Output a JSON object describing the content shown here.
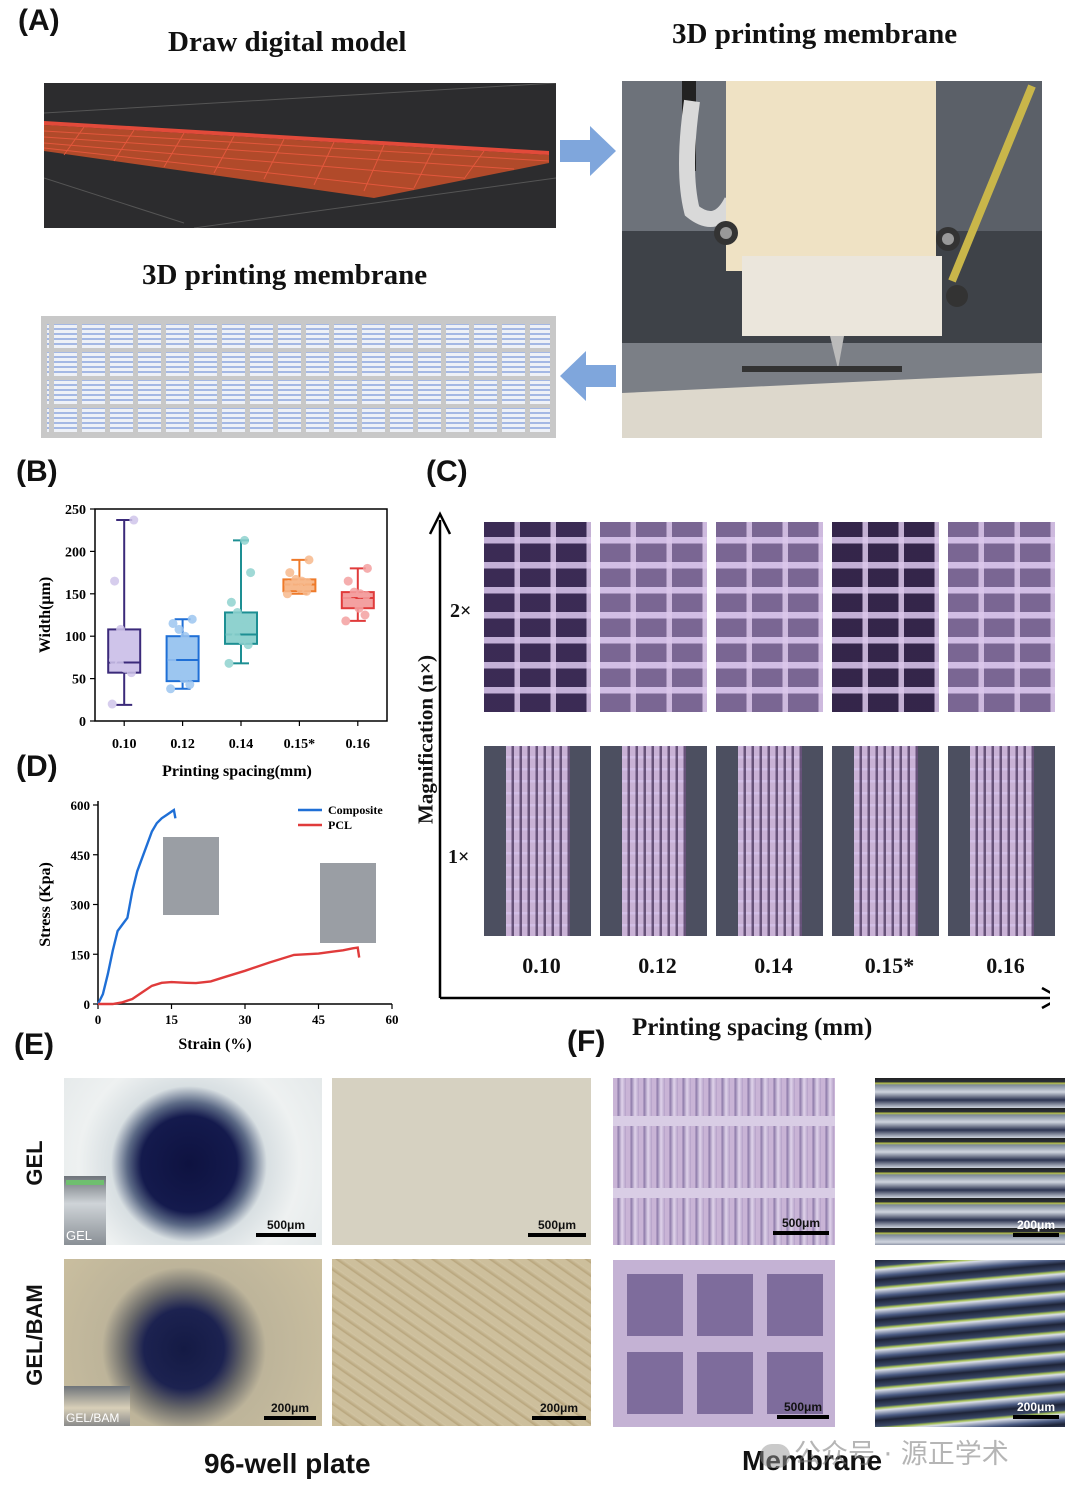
{
  "panels": {
    "A": "(A)",
    "B": "(B)",
    "C": "(C)",
    "D": "(D)",
    "E": "(E)",
    "F": "(F)"
  },
  "panel_a": {
    "title_left": "Draw digital model",
    "title_right": "3D printing membrane",
    "title_bottom": "3D printing membrane"
  },
  "panel_c": {
    "ylabel": "Magnification (n×)",
    "xlabel": "Printing spacing (mm)",
    "row_labels": [
      "2×",
      "1×"
    ],
    "col_labels": [
      "0.10",
      "0.12",
      "0.14",
      "0.15*",
      "0.16"
    ]
  },
  "panel_e": {
    "row_labels": [
      "GEL",
      "GEL/BAM"
    ],
    "inset_labels": [
      "GEL",
      "GEL/BAM"
    ],
    "scales": [
      "500μm",
      "500μm",
      "200μm",
      "200μm"
    ],
    "caption": "96-well plate"
  },
  "panel_f": {
    "scales": [
      "500μm",
      "200μm",
      "500μm",
      "200μm"
    ],
    "caption": "Membrane"
  },
  "watermark": "公众号 · 源正学术",
  "chart_data": [
    {
      "type": "box",
      "panel": "B",
      "xlabel": "Printing spacing(mm)",
      "ylabel": "Width(μm)",
      "ylim": [
        0,
        250
      ],
      "yticks": [
        "0",
        "50",
        "100",
        "150",
        "200",
        "250"
      ],
      "categories": [
        "0.10",
        "0.12",
        "0.14",
        "0.15*",
        "0.16"
      ],
      "colors": [
        "#3b2a7a",
        "#1f6fd6",
        "#1d8f93",
        "#ee7a2a",
        "#e03b3b"
      ],
      "fills": [
        "#cfc4ea",
        "#9cc6f0",
        "#8fd2cf",
        "#f7b98c",
        "#f3a0a0"
      ],
      "boxes": [
        {
          "min": 19,
          "q1": 57,
          "median": 69,
          "q3": 108,
          "max": 237,
          "points": [
            20,
            57,
            62,
            68,
            72,
            80,
            100,
            108,
            165,
            237
          ]
        },
        {
          "min": 38,
          "q1": 47,
          "median": 72,
          "q3": 100,
          "max": 120,
          "points": [
            38,
            43,
            50,
            60,
            72,
            85,
            100,
            108,
            115,
            120
          ]
        },
        {
          "min": 68,
          "q1": 91,
          "median": 102,
          "q3": 128,
          "max": 213,
          "points": [
            68,
            90,
            95,
            100,
            102,
            110,
            120,
            128,
            140,
            175,
            213
          ]
        },
        {
          "min": 150,
          "q1": 153,
          "median": 161,
          "q3": 167,
          "max": 190,
          "points": [
            150,
            153,
            156,
            160,
            161,
            163,
            165,
            167,
            175,
            190
          ]
        },
        {
          "min": 118,
          "q1": 133,
          "median": 145,
          "q3": 152,
          "max": 180,
          "points": [
            118,
            125,
            133,
            140,
            145,
            148,
            150,
            152,
            165,
            180
          ]
        }
      ]
    },
    {
      "type": "line",
      "panel": "D",
      "xlabel": "Strain (%)",
      "ylabel": "Stress (Kpa)",
      "xlim": [
        0,
        60
      ],
      "ylim": [
        0,
        600
      ],
      "xticks": [
        "0",
        "15",
        "30",
        "45",
        "60"
      ],
      "yticks": [
        "0",
        "150",
        "300",
        "450",
        "600"
      ],
      "legend": "top-right",
      "series": [
        {
          "name": "Composite",
          "color": "#1f6fd6",
          "x": [
            0,
            1,
            2,
            3,
            4,
            5,
            6,
            7,
            8,
            9,
            10,
            11,
            12,
            13,
            14,
            15,
            15.5,
            15.8
          ],
          "y": [
            0,
            30,
            90,
            160,
            220,
            240,
            260,
            340,
            400,
            440,
            480,
            520,
            545,
            560,
            570,
            580,
            585,
            560
          ]
        },
        {
          "name": "PCL",
          "color": "#e03b3b",
          "x": [
            0,
            3,
            5,
            7,
            9,
            11,
            13,
            15,
            18,
            20,
            23,
            26,
            30,
            35,
            40,
            45,
            48,
            50,
            52,
            53,
            53.3
          ],
          "y": [
            0,
            0,
            5,
            15,
            35,
            55,
            64,
            66,
            64,
            63,
            68,
            82,
            100,
            125,
            148,
            152,
            158,
            162,
            168,
            170,
            140
          ]
        }
      ]
    }
  ]
}
